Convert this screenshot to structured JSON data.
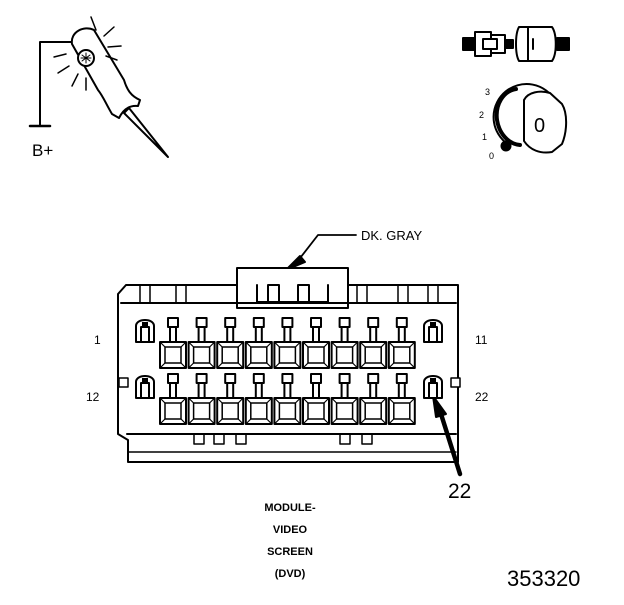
{
  "probe_tool": {
    "supply_label": "B+",
    "icon": "test-light-probe-icon"
  },
  "ignition": {
    "positions": [
      "3",
      "2",
      "1",
      "0"
    ],
    "key_label": "0",
    "icon": "ignition-key-off-icon"
  },
  "fuse_icon": "fuse-removed-icon",
  "connector": {
    "wire_color_label": "DK. GRAY",
    "pin_labels": {
      "top_left": "1",
      "top_right": "11",
      "bottom_left": "12",
      "bottom_right": "22"
    },
    "terminal_callout": "22",
    "top_row_terminal_count": 9,
    "bottom_row_terminal_count": 9
  },
  "component_name": [
    "MODULE-",
    "VIDEO",
    "SCREEN",
    "(DVD)"
  ],
  "figure_number": "353320"
}
